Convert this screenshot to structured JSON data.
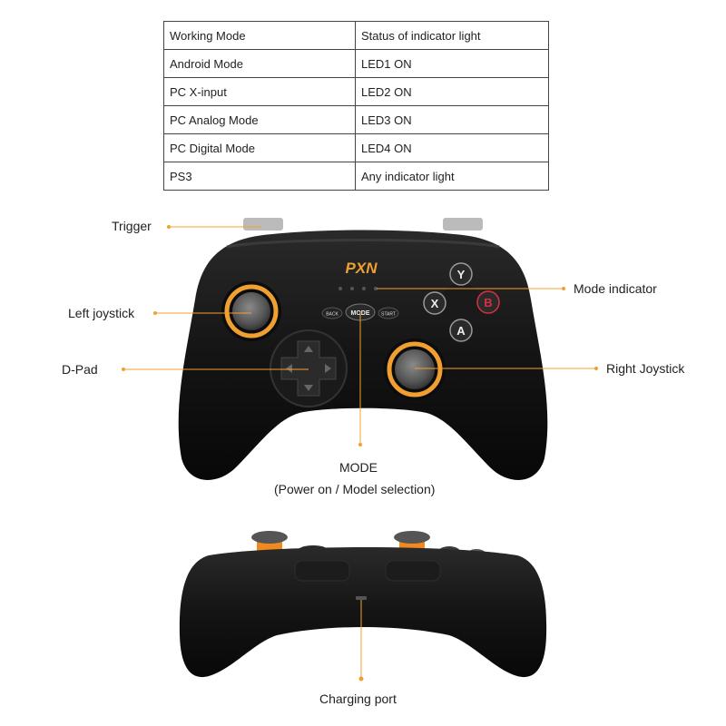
{
  "table": {
    "header": [
      "Working Mode",
      "Status of indicator light"
    ],
    "rows": [
      [
        "Android Mode",
        "LED1 ON"
      ],
      [
        "PC X-input",
        "LED2 ON"
      ],
      [
        "PC Analog Mode",
        "LED3 ON"
      ],
      [
        "PC Digital Mode",
        "LED4 ON"
      ],
      [
        "PS3",
        "Any indicator light"
      ]
    ]
  },
  "callouts": {
    "trigger": "Trigger",
    "left_joystick": "Left joystick",
    "dpad": "D-Pad",
    "mode_indicator": "Mode indicator",
    "right_joystick": "Right Joystick",
    "mode_title": "MODE",
    "mode_desc": "(Power on / Model selection)",
    "charging_port": "Charging port"
  },
  "controller": {
    "brand": "PXN",
    "buttons": {
      "y": "Y",
      "x": "X",
      "b": "B",
      "a": "A"
    },
    "small_buttons": {
      "back": "BACK",
      "mode": "MODE",
      "start": "START"
    }
  },
  "colors": {
    "accent": "#f0a030",
    "body": "#121212",
    "b_button": "#d83040"
  }
}
